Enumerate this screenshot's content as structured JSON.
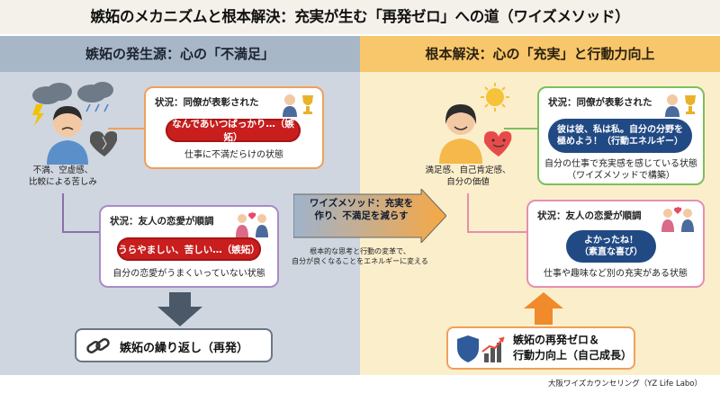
{
  "title": "嫉妬のメカニズムと根本解決：充実が生む「再発ゼロ」への道（ワイズメソッド）",
  "left": {
    "header": "嫉妬の発生源：心の「不満足」",
    "person_label": "不満、空虚感、\n比較による苦しみ",
    "card1": {
      "situation": "状況：同僚が表彰された",
      "bubble": "なんであいつばっかり…（嫉妬）",
      "caption": "仕事に不満だらけの状態"
    },
    "card2": {
      "situation": "状況：友人の恋愛が順調",
      "bubble": "うらやましい、苦しい…（嫉妬）",
      "caption": "自分の恋愛がうまくいっていない状態"
    },
    "bottom": "嫉妬の繰り返し（再発）"
  },
  "right": {
    "header": "根本解決：心の「充実」と行動力向上",
    "person_label": "満足感、自己肯定感、\n自分の価値",
    "card1": {
      "situation": "状況：同僚が表彰された",
      "bubble": "彼は彼、私は私。自分の分野を\n極めよう！（行動エネルギー）",
      "caption": "自分の仕事で充実感を感じている状態\n（ワイズメソッドで構築）"
    },
    "card2": {
      "situation": "状況：友人の恋愛が順調",
      "bubble": "よかったね！\n（素直な喜び）",
      "caption": "仕事や趣味など別の充実がある状態"
    },
    "bottom": "嫉妬の再発ゼロ＆\n行動力向上（自己成長）"
  },
  "middle": {
    "arrow": "ワイズメソッド：充実を\n作り、不満足を減らす",
    "change": "根本的な思考と行動の変革で、\n自分が良くなることをエネルギーに変える"
  },
  "footer": "大阪ワイズカウンセリング（YZ Life Labo）",
  "colors": {
    "left_bg": "#cfd6df",
    "right_bg": "#fbeecb",
    "left_header": "#a8b7c8",
    "right_header": "#f8c76b",
    "envy_red": "#c81e1e",
    "calm_blue": "#214a84",
    "card_orange": "#f0a05a",
    "card_purple": "#a88cc8",
    "card_green": "#7cbf5e",
    "card_pink": "#e58fb0"
  }
}
